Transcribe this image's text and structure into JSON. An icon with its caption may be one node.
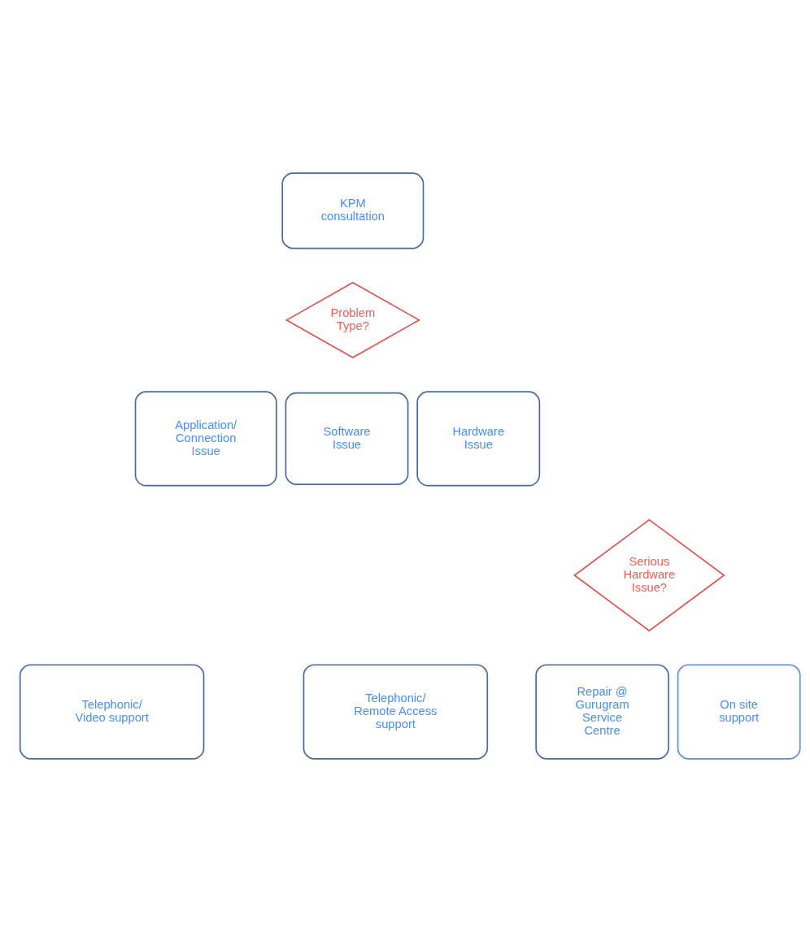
{
  "diagram": {
    "nodes": [
      {
        "text": [
          "KPM consultation"
        ]
      },
      {
        "text": [
          "Problem Type?"
        ]
      },
      {
        "text": [
          "Application/ Connection Issue"
        ]
      },
      {
        "text": [
          "Software Issue"
        ]
      },
      {
        "text": [
          "Hardware Issue"
        ]
      },
      {
        "text": [
          "Serious Hardware Issue?"
        ]
      },
      {
        "text": [
          "Telephonic/ Video support"
        ]
      },
      {
        "text": [
          "Telephonic/ Remote Access support"
        ]
      },
      {
        "text": [
          "Repair @ Gurugram Service Centre"
        ]
      },
      {
        "text": [
          "On site support"
        ]
      }
    ]
  }
}
